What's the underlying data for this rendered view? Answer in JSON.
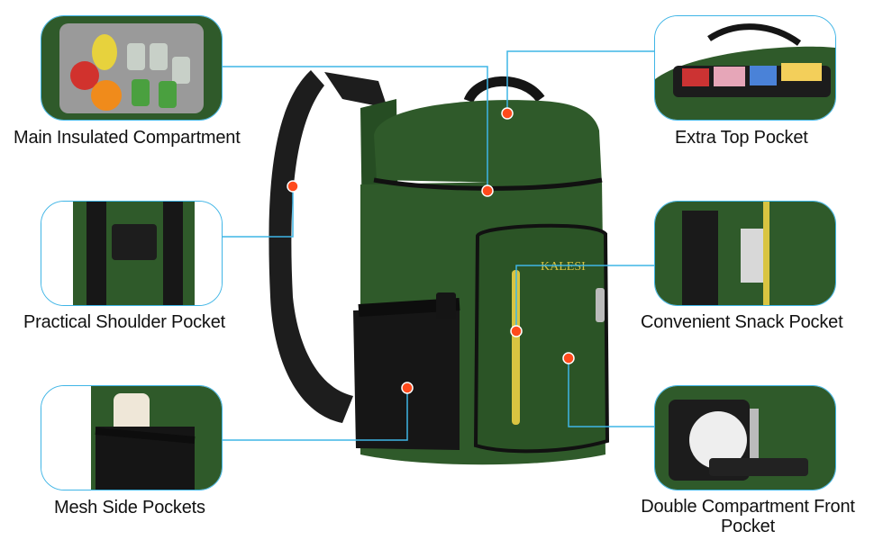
{
  "brand": "KALESI",
  "colors": {
    "bag_green": "#2f5a2a",
    "bag_green_dark": "#234620",
    "leader_line": "#3fb5e6",
    "marker_dot": "#ff4a1c",
    "zipper_pull": "#d9c441"
  },
  "features": [
    {
      "id": "main",
      "label": "Main Insulated Compartment"
    },
    {
      "id": "top",
      "label": "Extra Top Pocket"
    },
    {
      "id": "shoulder",
      "label": "Practical Shoulder Pocket"
    },
    {
      "id": "snack",
      "label": "Convenient Snack Pocket"
    },
    {
      "id": "mesh",
      "label": "Mesh Side Pockets"
    },
    {
      "id": "front",
      "label": "Double Compartment Front Pocket"
    }
  ]
}
